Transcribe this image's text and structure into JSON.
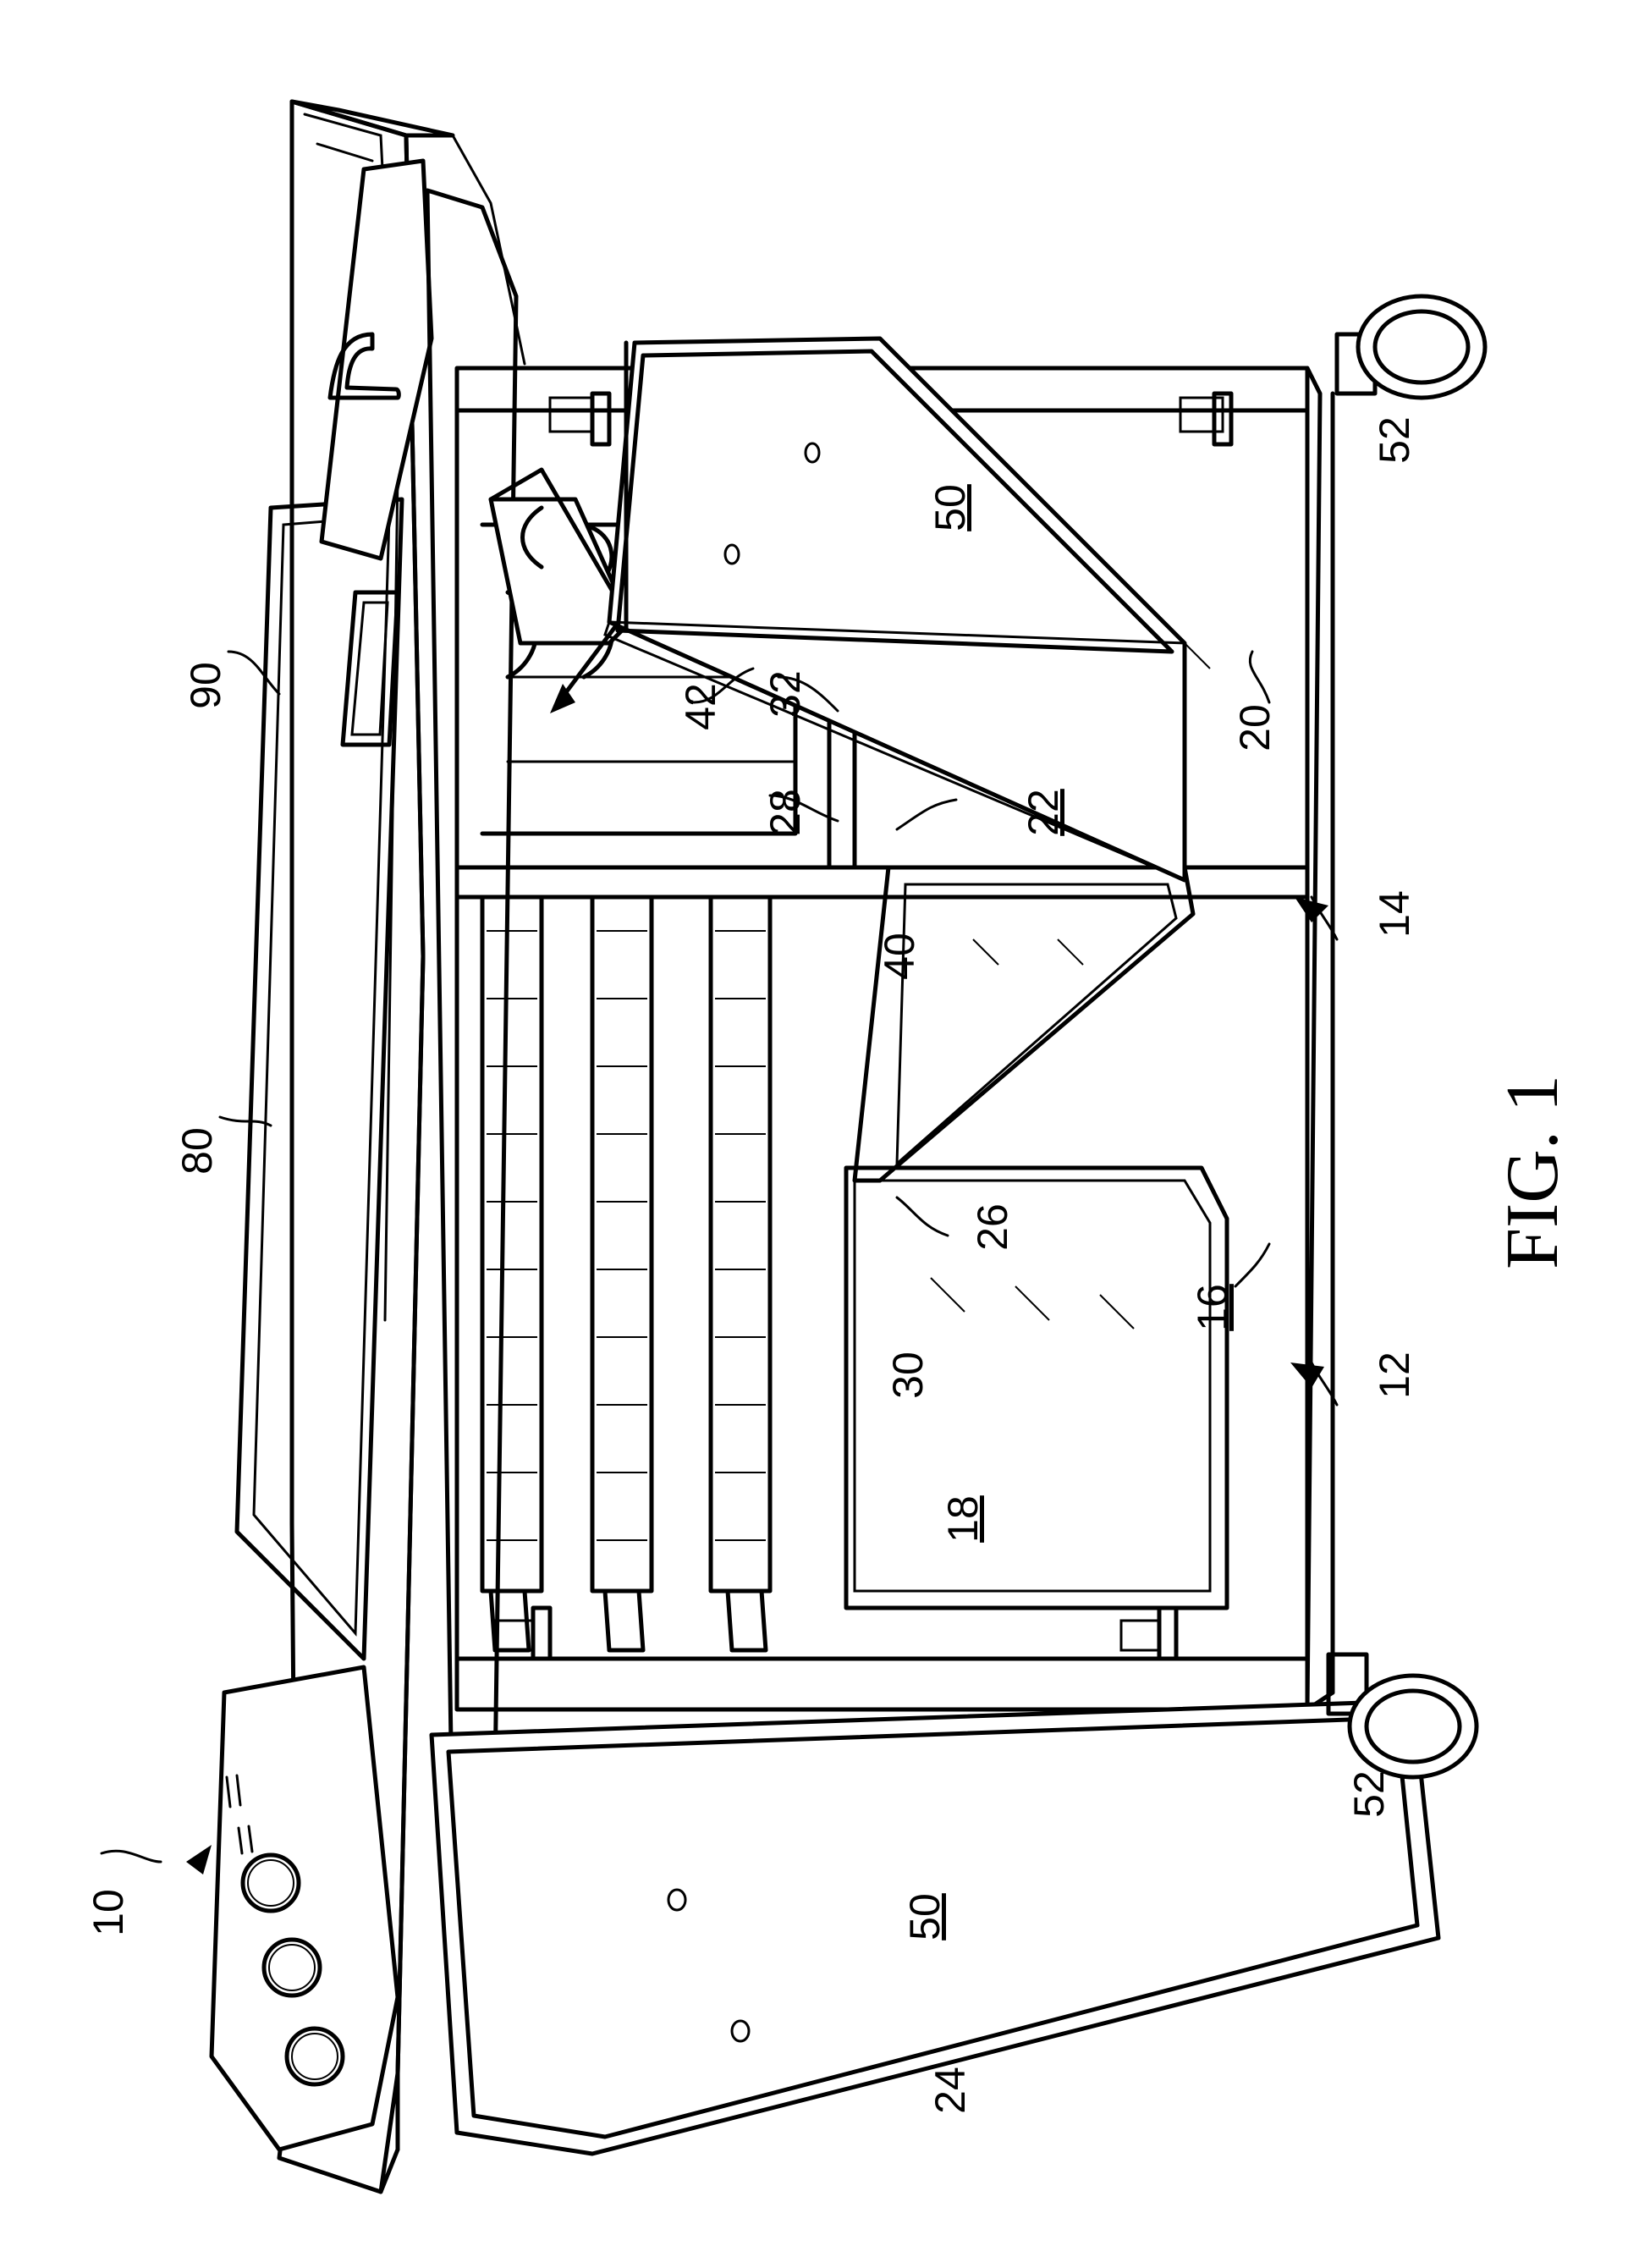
{
  "figure": {
    "caption": "FIG. 1"
  },
  "reference_numerals": {
    "r10": "10",
    "r12": "12",
    "r14": "14",
    "r16": "16",
    "r18": "18",
    "r20": "20",
    "r22": "22",
    "r24": "24",
    "r26": "26",
    "r28": "28",
    "r30": "30",
    "r32": "32",
    "r40": "40",
    "r42": "42",
    "r50_left": "50",
    "r50_right": "50",
    "r52_left": "52",
    "r52_right": "52",
    "r80": "80",
    "r90": "90"
  }
}
